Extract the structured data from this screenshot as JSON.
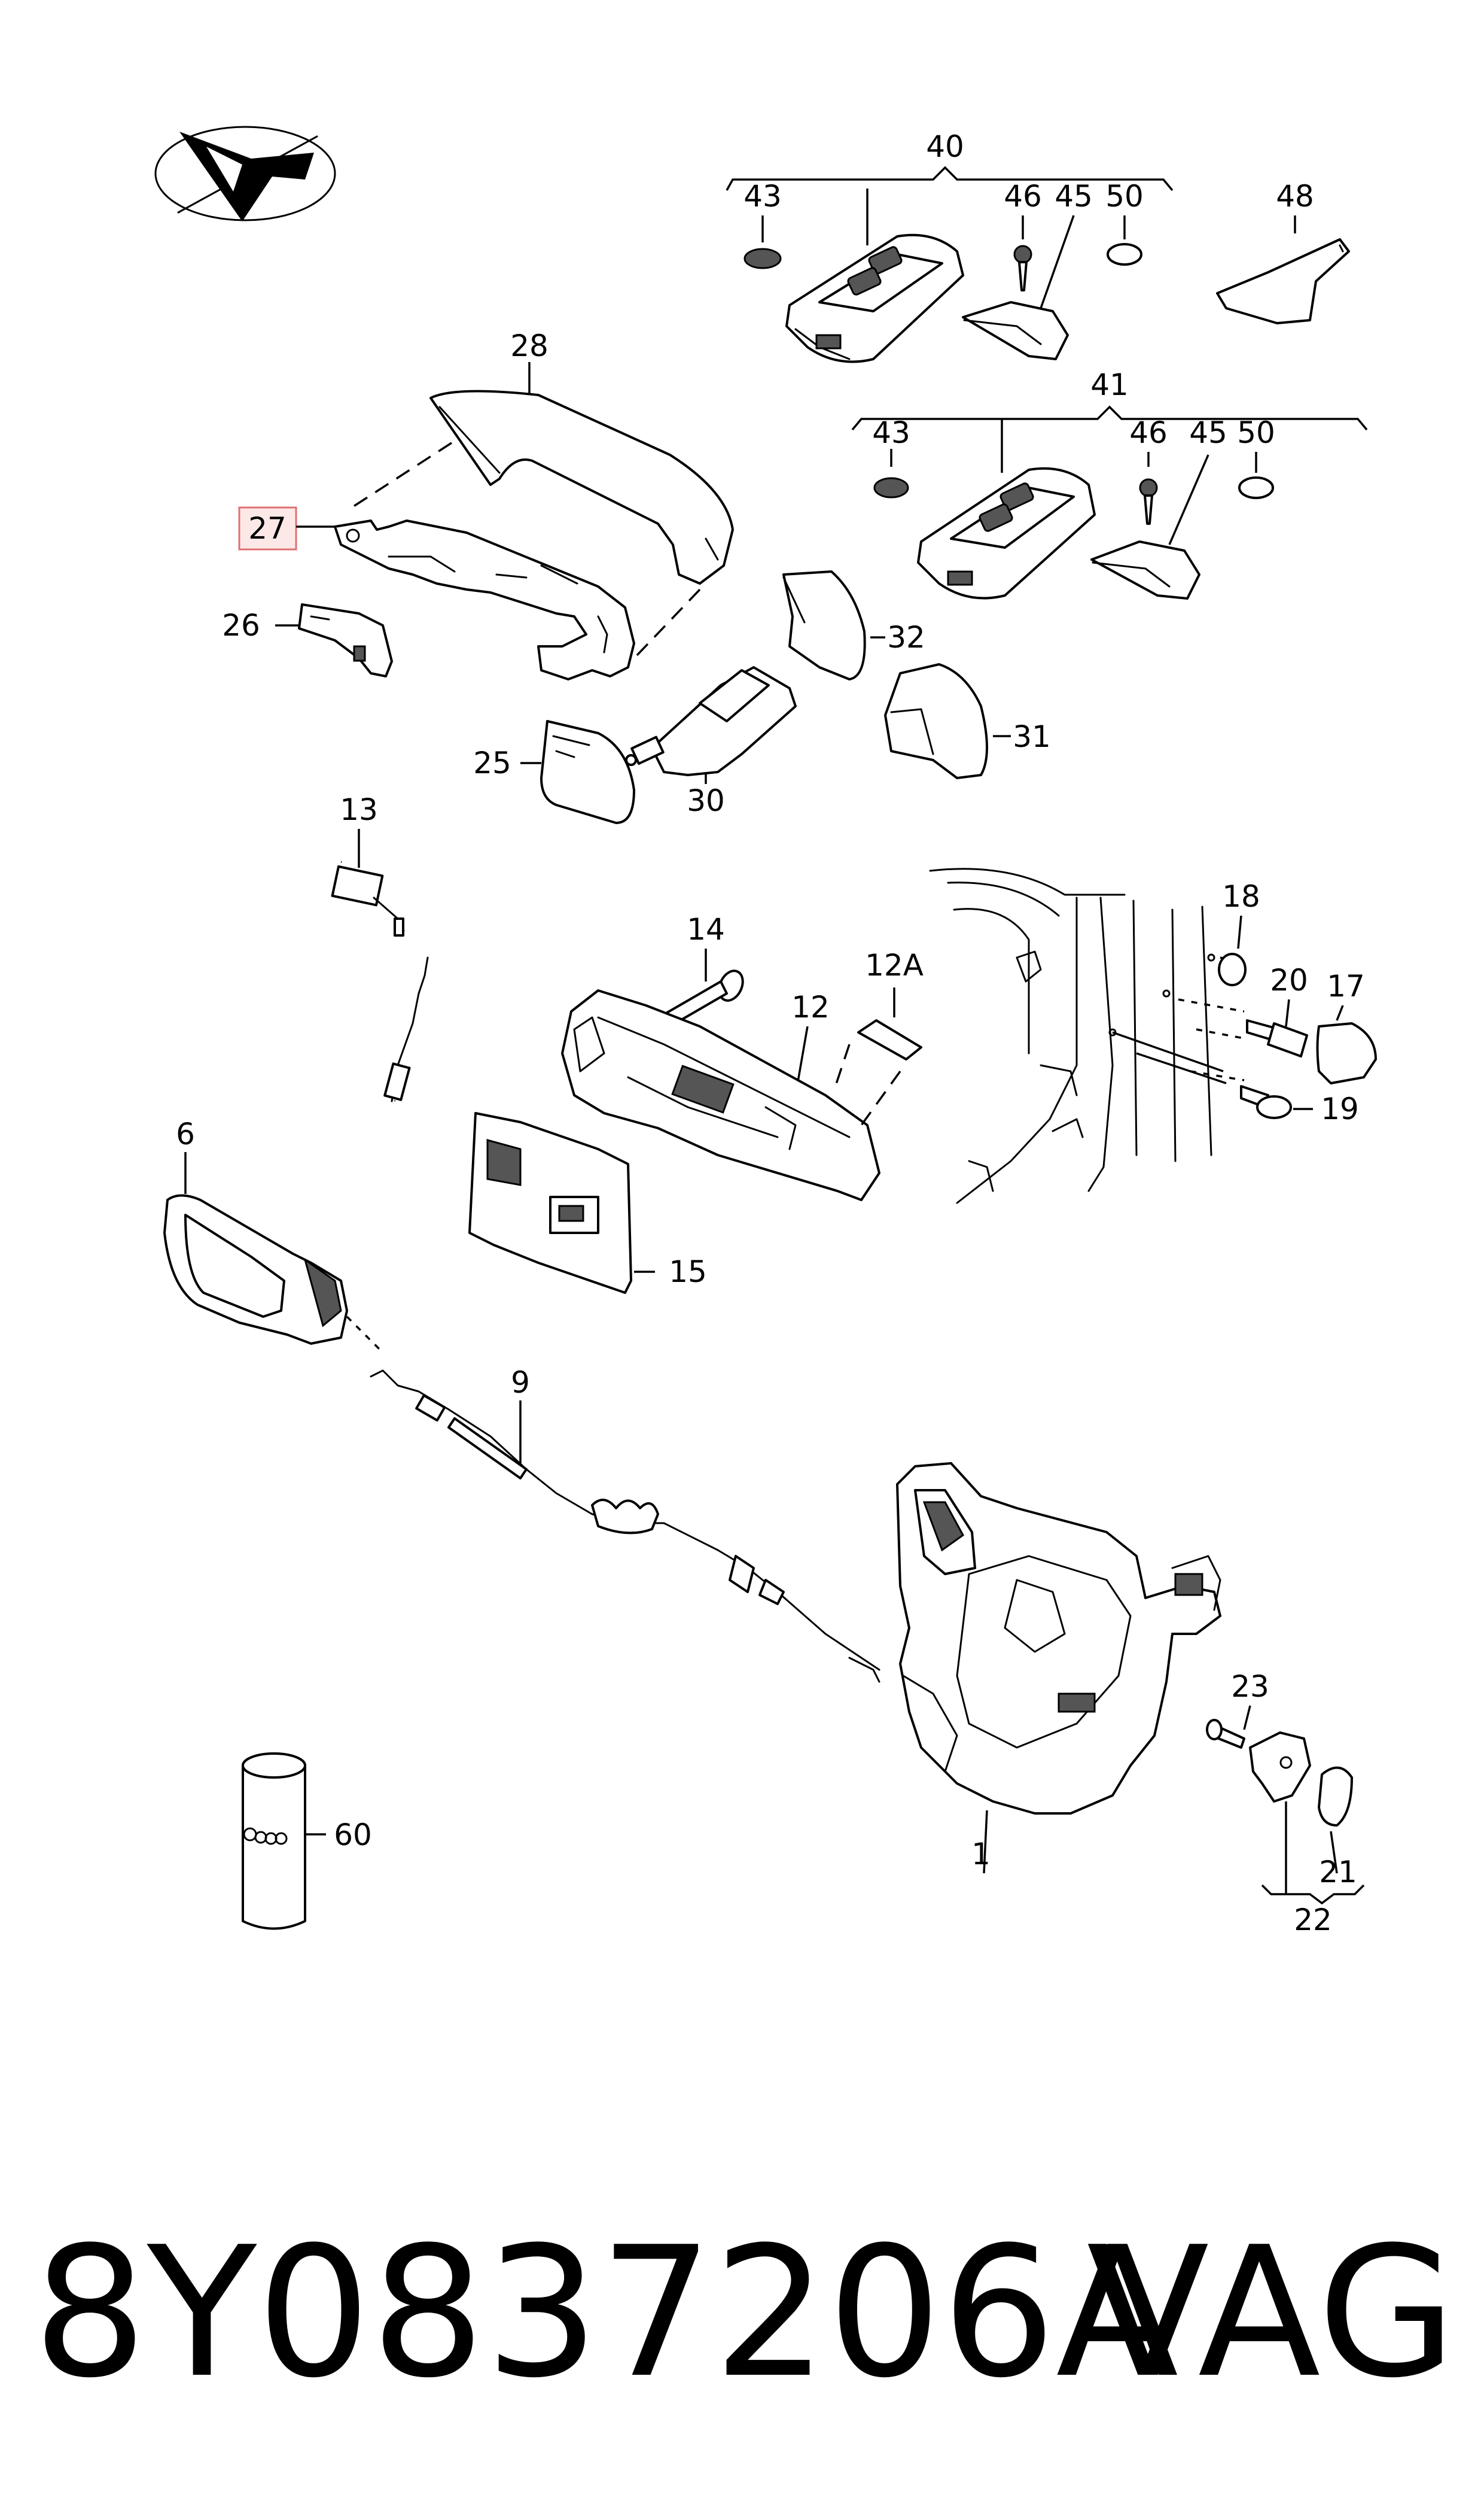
{
  "diagram": {
    "callouts": {
      "c1": "1",
      "c6": "6",
      "c9": "9",
      "c12": "12",
      "c12a": "12A",
      "c13": "13",
      "c14": "14",
      "c15": "15",
      "c17": "17",
      "c18": "18",
      "c19": "19",
      "c20": "20",
      "c21": "21",
      "c22": "22",
      "c23": "23",
      "c25": "25",
      "c26": "26",
      "c27": "27",
      "c28": "28",
      "c30": "30",
      "c31": "31",
      "c32": "32",
      "c40": "40",
      "c41": "41",
      "c43a": "43",
      "c43b": "43",
      "c45a": "45",
      "c45b": "45",
      "c46a": "46",
      "c46b": "46",
      "c48": "48",
      "c50a": "50",
      "c50b": "50",
      "c60": "60"
    },
    "highlighted_callout": "27",
    "highlight_color": "#fde8e8",
    "highlight_border_color": "#e07070",
    "orientation_icon": "direction-arrow-icon"
  },
  "footer": {
    "part_number": "8Y0837206A",
    "brand": "VAG"
  }
}
